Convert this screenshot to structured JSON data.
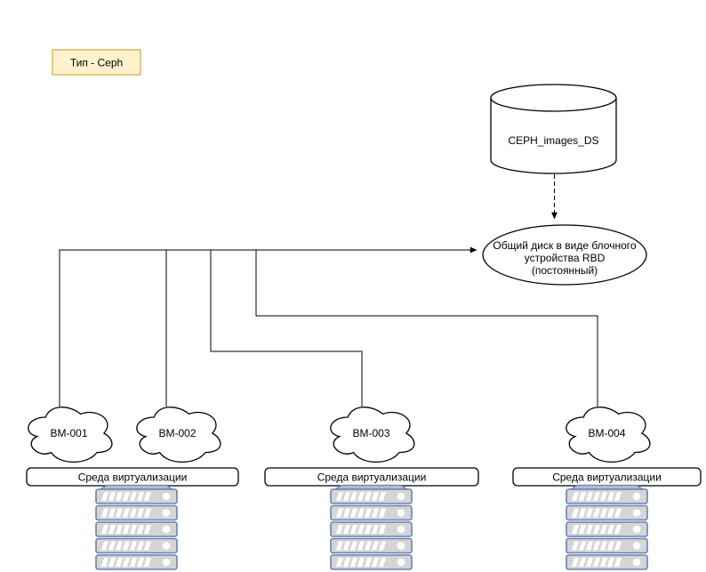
{
  "diagram": {
    "title_note": {
      "label": "Тип - Ceph"
    },
    "datastore": {
      "label": "CEPH_images_DS"
    },
    "rbd_ellipse": {
      "line1": "Общий диск в виде блочного",
      "line2": "устройства RBD",
      "line3": "(постоянный)"
    },
    "vm_nodes": [
      {
        "label": "BM-001"
      },
      {
        "label": "BM-002"
      },
      {
        "label": "BM-003"
      },
      {
        "label": "BM-004"
      }
    ],
    "host_boxes": [
      {
        "label": "Среда виртуализации"
      },
      {
        "label": "Среда виртуализации"
      },
      {
        "label": "Среда виртуализации"
      }
    ],
    "colors": {
      "note_fill": "#FFF2CC",
      "note_border": "#D6B656",
      "shape_fill": "#FFFFFF",
      "shape_stroke": "#000000",
      "server_border": "#6881B5",
      "server_fill": "#D5D5D5",
      "server_cap_fill": "#B6BCCF"
    }
  }
}
